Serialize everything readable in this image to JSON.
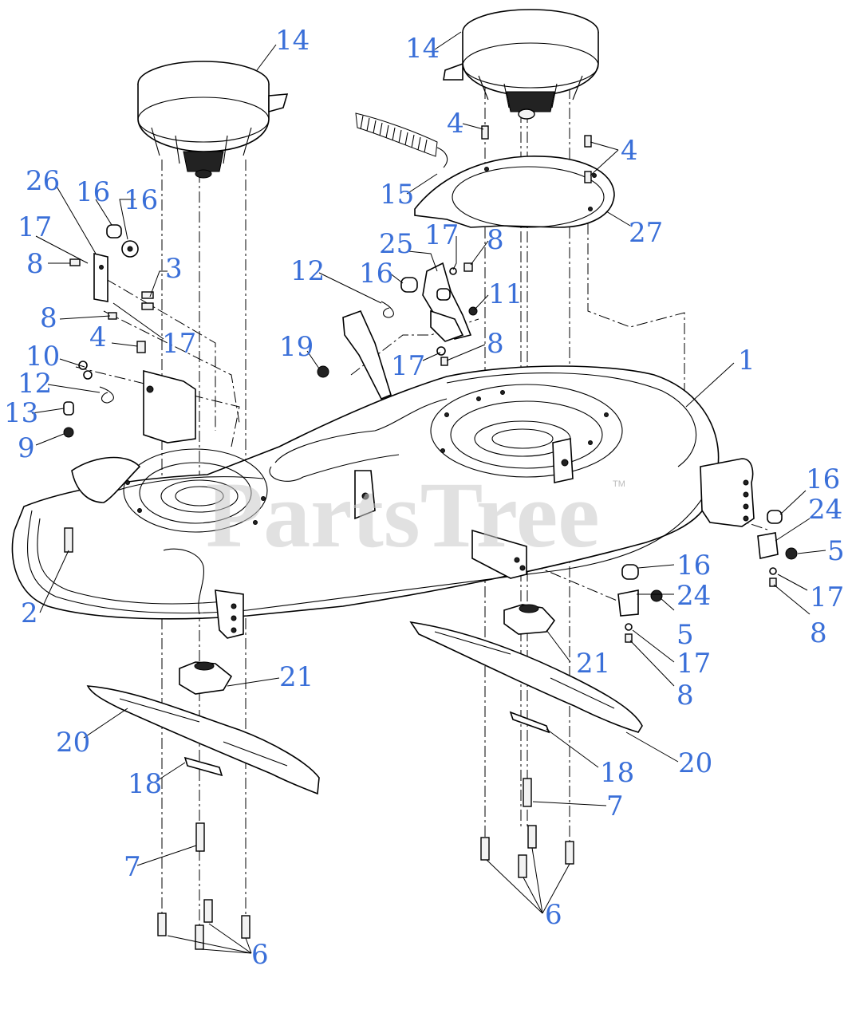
{
  "watermark": {
    "text": "PartsTree",
    "trademark": "TM"
  },
  "callouts": [
    {
      "id": "c14a",
      "label": "14"
    },
    {
      "id": "c14b",
      "label": "14"
    },
    {
      "id": "c4a",
      "label": "4"
    },
    {
      "id": "c4b",
      "label": "4"
    },
    {
      "id": "c4c",
      "label": "4"
    },
    {
      "id": "c15",
      "label": "15"
    },
    {
      "id": "c27",
      "label": "27"
    },
    {
      "id": "c26",
      "label": "26"
    },
    {
      "id": "c16a",
      "label": "16"
    },
    {
      "id": "c16b",
      "label": "16"
    },
    {
      "id": "c17a",
      "label": "17"
    },
    {
      "id": "c8a",
      "label": "8"
    },
    {
      "id": "c3",
      "label": "3"
    },
    {
      "id": "c8b",
      "label": "8"
    },
    {
      "id": "c17b",
      "label": "17"
    },
    {
      "id": "c10",
      "label": "10"
    },
    {
      "id": "c12a",
      "label": "12"
    },
    {
      "id": "c13",
      "label": "13"
    },
    {
      "id": "c9",
      "label": "9"
    },
    {
      "id": "c12b",
      "label": "12"
    },
    {
      "id": "c16c",
      "label": "16"
    },
    {
      "id": "c25",
      "label": "25"
    },
    {
      "id": "c17c",
      "label": "17"
    },
    {
      "id": "c8c",
      "label": "8"
    },
    {
      "id": "c11",
      "label": "11"
    },
    {
      "id": "c19",
      "label": "19"
    },
    {
      "id": "c17d",
      "label": "17"
    },
    {
      "id": "c8d",
      "label": "8"
    },
    {
      "id": "c1",
      "label": "1"
    },
    {
      "id": "c16d",
      "label": "16"
    },
    {
      "id": "c24a",
      "label": "24"
    },
    {
      "id": "c5a",
      "label": "5"
    },
    {
      "id": "c17e",
      "label": "17"
    },
    {
      "id": "c8e",
      "label": "8"
    },
    {
      "id": "c16e",
      "label": "16"
    },
    {
      "id": "c24b",
      "label": "24"
    },
    {
      "id": "c5b",
      "label": "5"
    },
    {
      "id": "c17f",
      "label": "17"
    },
    {
      "id": "c8f",
      "label": "8"
    },
    {
      "id": "c2",
      "label": "2"
    },
    {
      "id": "c21a",
      "label": "21"
    },
    {
      "id": "c21b",
      "label": "21"
    },
    {
      "id": "c20a",
      "label": "20"
    },
    {
      "id": "c20b",
      "label": "20"
    },
    {
      "id": "c18a",
      "label": "18"
    },
    {
      "id": "c18b",
      "label": "18"
    },
    {
      "id": "c7a",
      "label": "7"
    },
    {
      "id": "c7b",
      "label": "7"
    },
    {
      "id": "c6a",
      "label": "6"
    },
    {
      "id": "c6b",
      "label": "6"
    }
  ]
}
